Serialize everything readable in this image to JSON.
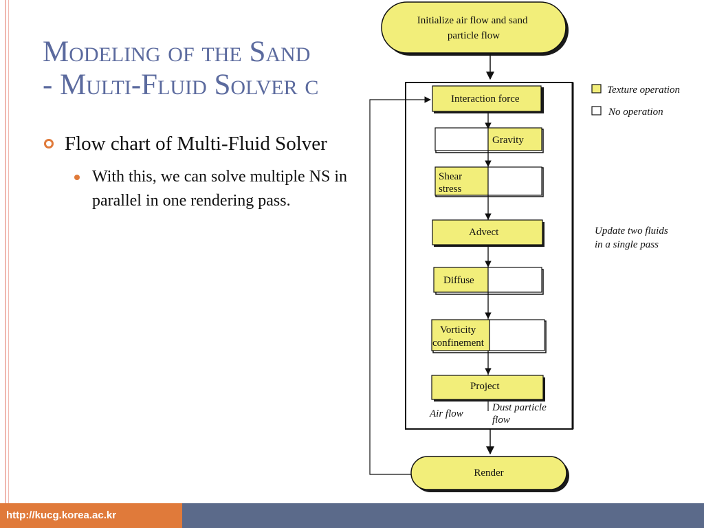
{
  "slide": {
    "title_line1": "Modeling of the Sand",
    "title_line2": "- Multi-Fluid Solver c"
  },
  "bullets": {
    "main": "Flow chart of Multi-Fluid Solver",
    "sub": "With this, we can solve multiple NS in parallel in one rendering pass."
  },
  "flowchart": {
    "start": "Initialize air flow and sand particle flow",
    "steps": [
      "Interaction force",
      "Gravity",
      "Shear stress",
      "Advect",
      "Diffuse",
      "Vorticity confinement",
      "Project"
    ],
    "end": "Render",
    "legend": {
      "texture": "Texture operation",
      "none": "No operation"
    },
    "note": "Update two fluids in a single pass",
    "lane_left": "Air flow",
    "lane_right": "Dust particle flow",
    "colors": {
      "texture_fill": "#f2ee7a",
      "none_fill": "#ffffff"
    }
  },
  "footer": {
    "url": "http://kucg.korea.ac.kr"
  }
}
